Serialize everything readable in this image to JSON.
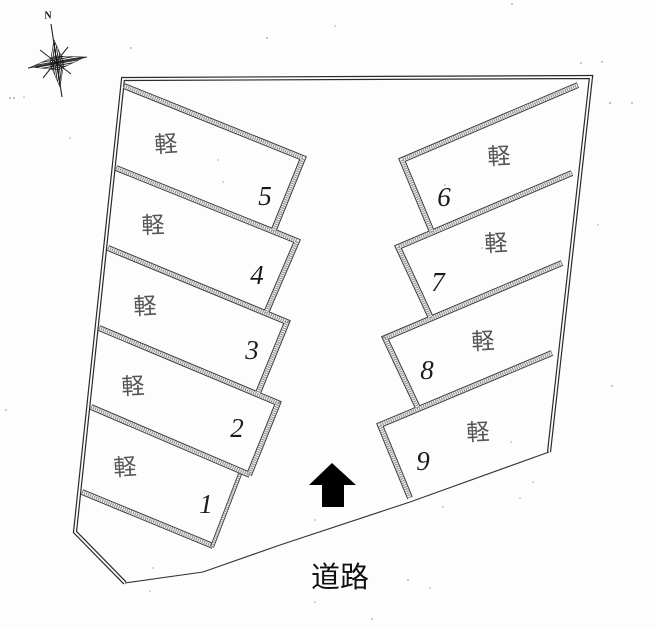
{
  "compass": {
    "north_label": "N",
    "icon": "compass-rose-icon"
  },
  "parking": {
    "spots": [
      {
        "number": "1",
        "label": "軽",
        "side": "left"
      },
      {
        "number": "2",
        "label": "軽",
        "side": "left"
      },
      {
        "number": "3",
        "label": "軽",
        "side": "left"
      },
      {
        "number": "4",
        "label": "軽",
        "side": "left"
      },
      {
        "number": "5",
        "label": "軽",
        "side": "left"
      },
      {
        "number": "6",
        "label": "軽",
        "side": "right"
      },
      {
        "number": "7",
        "label": "軽",
        "side": "right"
      },
      {
        "number": "8",
        "label": "軽",
        "side": "right"
      },
      {
        "number": "9",
        "label": "軽",
        "side": "right"
      }
    ]
  },
  "entrance": {
    "icon": "arrow-up-icon",
    "color": "#000000"
  },
  "road": {
    "label": "道路"
  }
}
